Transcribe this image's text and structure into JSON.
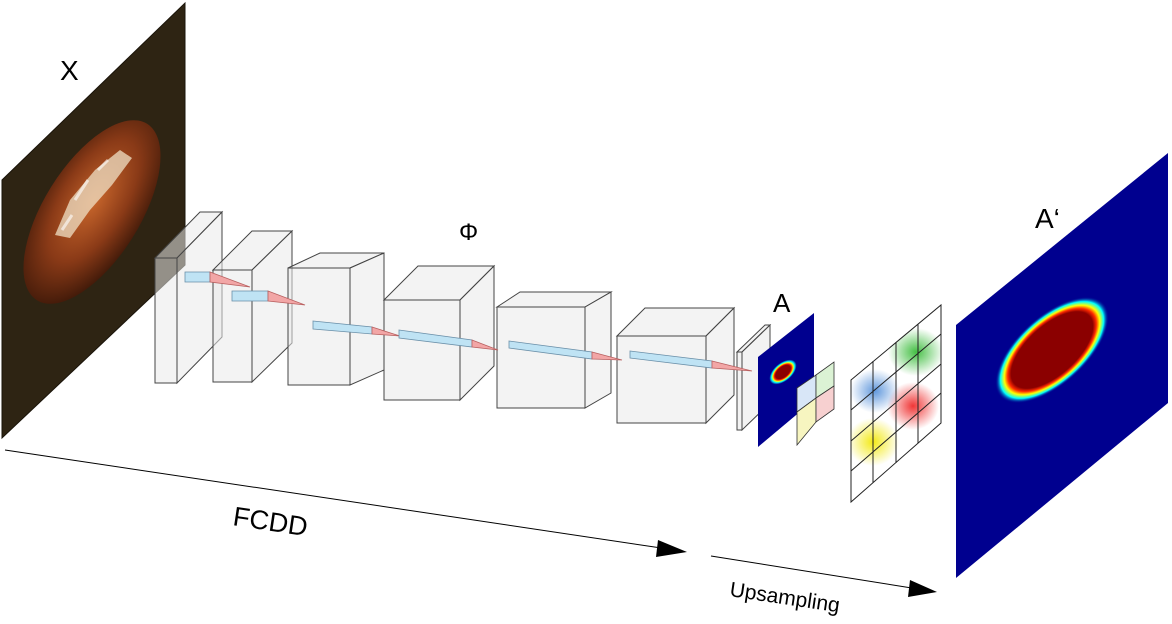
{
  "labels": {
    "input": "X",
    "network": "Φ",
    "heatmap": "A",
    "upsampled": "A‘",
    "method": "FCDD",
    "upsampling": "Upsampling"
  },
  "colors": {
    "jet_background": "#00008f",
    "jet_hot": "#8b0000",
    "layer_face": "#ececec",
    "kernel_blue": "#bfe3f4",
    "kernel_red": "#f2a6a6"
  },
  "icons": {
    "input": "hazelnut-image",
    "arrows": "arrow-right-icon"
  }
}
